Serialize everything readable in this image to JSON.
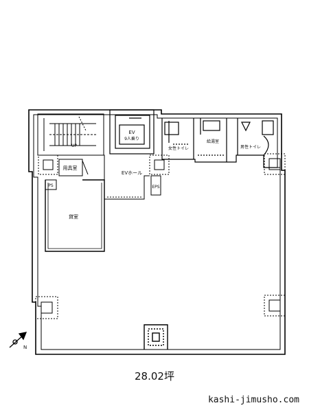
{
  "floor_plan": {
    "rooms": {
      "ev": "EV",
      "ev_sub": "9人乗り",
      "ev_hall": "EVホール",
      "storage": "用具室",
      "ps": "PS",
      "eps": "EPS",
      "bathroom_left": "女性トイレ",
      "kitchen": "給湯室",
      "bathroom_right": "男性トイレ",
      "office": "貸室",
      "up_label": "UP"
    },
    "compass": "N"
  },
  "area": "28.02坪",
  "site": "kashi-jimusho.com"
}
